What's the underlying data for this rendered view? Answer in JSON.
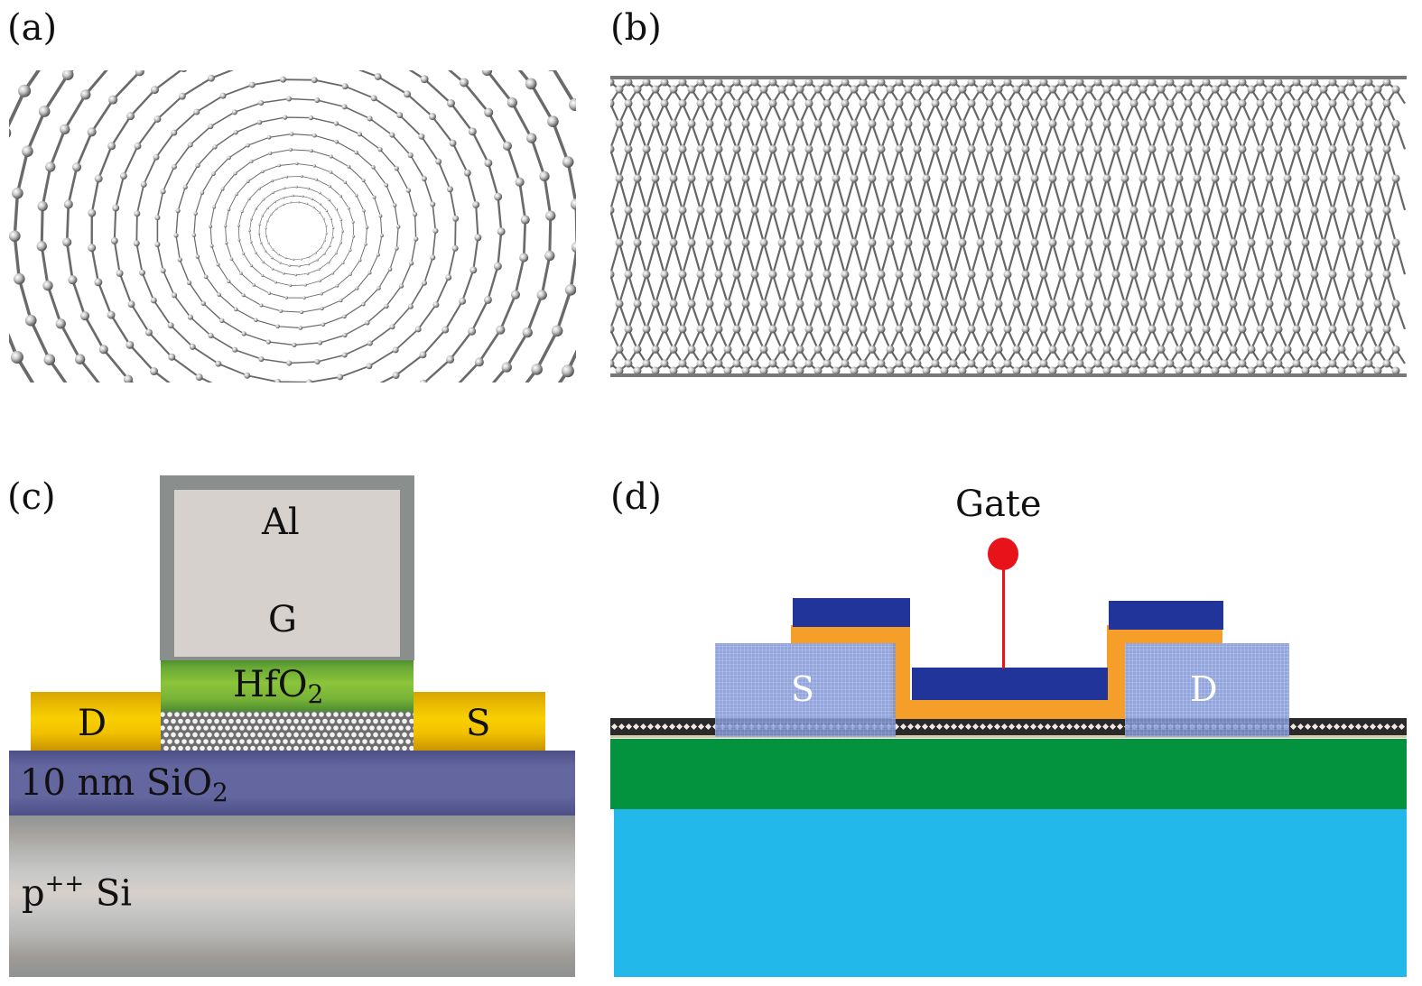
{
  "panels": {
    "a": {
      "label": "(a)",
      "content": "carbon-nanotube-axial-view"
    },
    "b": {
      "label": "(b)",
      "content": "carbon-nanotube-side-view"
    },
    "c": {
      "label": "(c)",
      "content": "cnt-fet-cross-section",
      "gate_material": "Al",
      "gate_label": "G",
      "dielectric_main": "HfO",
      "dielectric_sub": "2",
      "drain_label": "D",
      "source_label": "S",
      "oxide_main": "10 nm SiO",
      "oxide_sub": "2",
      "substrate_main": "p",
      "substrate_sup": "++",
      "substrate_rest": " Si",
      "colors": {
        "gate_frame": "#8a8e8d",
        "gate_fill": "#d6d1cd",
        "hfo2": "#7dbb33",
        "contacts": "#f0c000",
        "sio2": "#6466a0",
        "si": "#c4c4c4"
      }
    },
    "d": {
      "label": "(d)",
      "content": "cnt-fet-schematic",
      "gate_label": "Gate",
      "source_label": "S",
      "drain_label": "D",
      "colors": {
        "gate_terminal": "#e8121b",
        "metal": "#21349a",
        "dielectric": "#f59e2a",
        "contacts": "#7f94d6",
        "cnt": "#2a2a2a",
        "oxide": "#03923e",
        "substrate": "#23b8ea"
      }
    }
  }
}
